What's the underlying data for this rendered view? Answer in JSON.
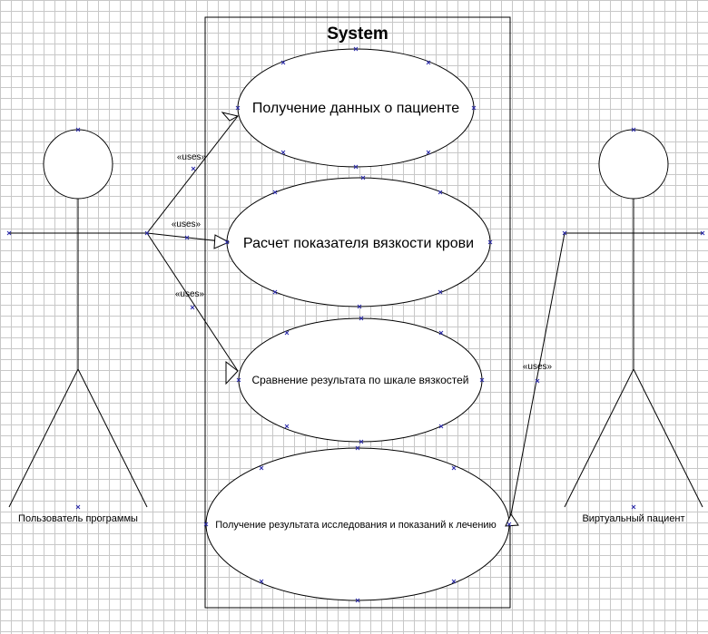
{
  "system": {
    "title": "System"
  },
  "actors": {
    "user": {
      "label": "Пользователь программы"
    },
    "virtual": {
      "label": "Виртуальный пациент"
    }
  },
  "use_cases": {
    "uc1": "Получение данных о пациенте",
    "uc2": "Расчет показателя вязкости крови",
    "uc3": "Сравнение результата по шкале вязкостей",
    "uc4": "Получение результата исследования и показаний к лечению"
  },
  "relations": {
    "r1": "«uses»",
    "r2": "«uses»",
    "r3": "«uses»",
    "r4": "«uses»"
  },
  "colors": {
    "grid": "#c8c8c8",
    "marker": "#2a2aaa",
    "line": "#000000"
  }
}
